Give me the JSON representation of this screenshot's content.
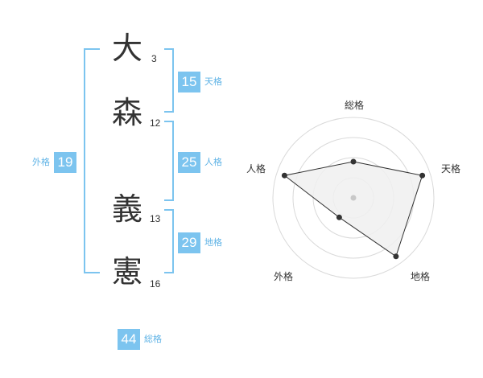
{
  "name": {
    "chars": [
      {
        "char": "大",
        "strokes": "3"
      },
      {
        "char": "森",
        "strokes": "12"
      },
      {
        "char": "義",
        "strokes": "13"
      },
      {
        "char": "憲",
        "strokes": "16"
      }
    ]
  },
  "kakusu": {
    "tenkaku": {
      "value": "15",
      "label": "天格"
    },
    "jinkaku": {
      "value": "25",
      "label": "人格"
    },
    "chikaku": {
      "value": "29",
      "label": "地格"
    },
    "gaikaku": {
      "value": "19",
      "label": "外格"
    },
    "soukaku": {
      "value": "44",
      "label": "総格"
    }
  },
  "colors": {
    "accent": "#7cc4ef",
    "accent_text": "#5fb3e6",
    "text": "#333333"
  },
  "chart_data": {
    "type": "radar",
    "axes": [
      "総格",
      "天格",
      "地格",
      "外格",
      "人格"
    ],
    "values": [
      0.45,
      0.9,
      0.9,
      0.3,
      0.9
    ],
    "rings": 4,
    "range": [
      0,
      1
    ]
  }
}
